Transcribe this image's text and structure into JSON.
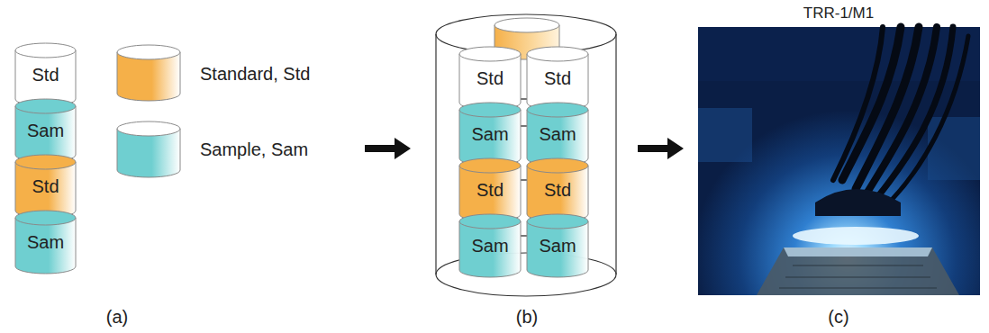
{
  "diagram": {
    "nodes": [
      {
        "text": [
          "Std"
        ]
      },
      {
        "text": [
          "Sam"
        ]
      },
      {
        "text": [
          "Std"
        ]
      },
      {
        "text": [
          "Sam"
        ]
      },
      {
        "text": [
          "Std"
        ]
      },
      {
        "text": [
          "Sam"
        ]
      },
      {
        "text": [
          "Std"
        ]
      },
      {
        "text": [
          "Sam"
        ]
      },
      {
        "text": [
          "Std"
        ]
      },
      {
        "text": [
          "Sam"
        ]
      },
      {
        "text": [
          "Std"
        ]
      },
      {
        "text": [
          "Sam"
        ]
      }
    ],
    "labels": [
      "TRR-1/M1",
      "(a)",
      "(b)",
      "(c)"
    ],
    "legend": [
      {
        "text": "Standard, Std",
        "color": "#f5b049"
      },
      {
        "text": "Sample, Sam",
        "color": "#6fcfd0"
      }
    ]
  }
}
